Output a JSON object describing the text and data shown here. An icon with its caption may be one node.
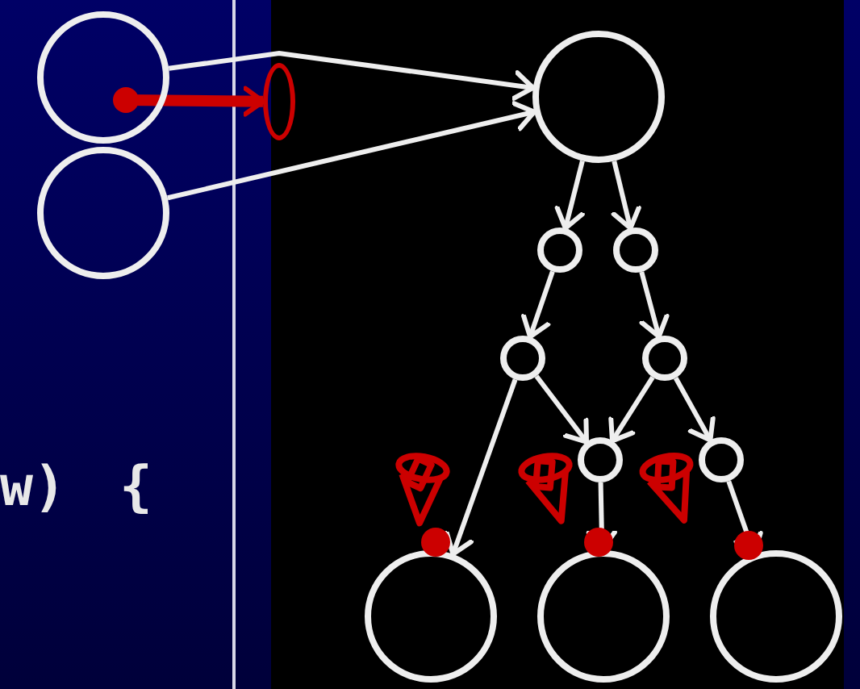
{
  "diagram": {
    "nodes": [
      {
        "text": [],
        "shape": "circle"
      },
      {
        "text": [],
        "shape": "dot",
        "in": 0
      },
      {
        "text": [],
        "shape": "circle"
      },
      {
        "text": [],
        "shape": "ellipse"
      },
      {
        "text": [],
        "shape": "circle"
      },
      {
        "text": [],
        "shape": "circle"
      },
      {
        "text": [],
        "shape": "circle"
      },
      {
        "text": [],
        "shape": "circle"
      },
      {
        "text": [],
        "shape": "circle"
      },
      {
        "text": [],
        "shape": "circle"
      },
      {
        "text": [],
        "shape": "circle"
      },
      {
        "text": [],
        "shape": "circle"
      },
      {
        "text": [],
        "shape": "circle"
      },
      {
        "text": [],
        "shape": "circle"
      }
    ],
    "edges": [
      {
        "from": 0,
        "to": 4,
        "arrow": "to"
      },
      {
        "from": 2,
        "to": 4,
        "arrow": "to"
      },
      {
        "from": 1,
        "to": 3,
        "arrow": "to",
        "style": "thick",
        "color": "#cc0000"
      },
      {
        "from": 4,
        "to": 5,
        "arrow": "to"
      },
      {
        "from": 4,
        "to": 6,
        "arrow": "to"
      },
      {
        "from": 5,
        "to": 7,
        "arrow": "to"
      },
      {
        "from": 6,
        "to": 8,
        "arrow": "to"
      },
      {
        "from": 7,
        "to": 11,
        "arrow": "to"
      },
      {
        "from": 7,
        "to": 9,
        "arrow": "to"
      },
      {
        "from": 8,
        "to": 9,
        "arrow": "to"
      },
      {
        "from": 8,
        "to": 10,
        "arrow": "to"
      },
      {
        "from": 9,
        "to": 12,
        "arrow": "to"
      },
      {
        "from": 10,
        "to": 13,
        "arrow": "to"
      }
    ],
    "labels": [
      "w)",
      "{"
    ]
  }
}
